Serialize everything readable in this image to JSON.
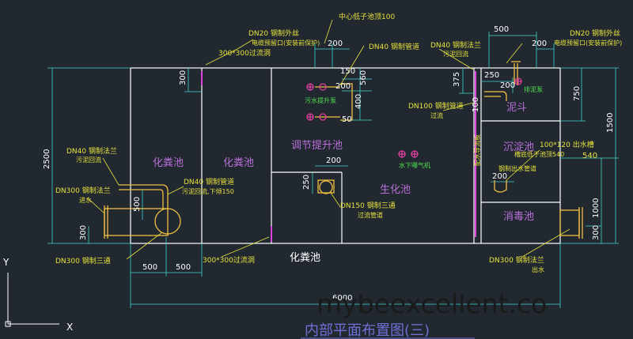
{
  "drawing": {
    "title": "内部平面布置图(三)",
    "watermark": "mybeexcellent.co",
    "colors": {
      "background": "#212830",
      "outline": "#ffffff",
      "dimension": "#3fd4cf",
      "annotation": "#e6e03c",
      "chamber_label": "#b86fd8",
      "magenta_line": "#e040e0",
      "pipe": "#f0c040",
      "pump": "#e040a0",
      "green_text": "#4fe04f"
    },
    "chambers": {
      "septic_1": "化粪池",
      "septic_2": "化粪池",
      "regulating": "调节提升池",
      "biochemical": "生化池",
      "funnel": "泥斗",
      "settling": "沉淀池",
      "disinfection": "消毒池",
      "septic_bottom": "化粪池"
    },
    "annotations": {
      "center_hole": "中心低子池顶100",
      "dn20_left_1": "DN20 钢制外丝",
      "dn20_left_2": "电缆预留口(安装前保护)",
      "hole_300_top": "300*300过流洞",
      "dn40_steel_pipe": "DN40 钢制管道",
      "dn40_flange_1": "DN40 钢制法兰",
      "dn40_flange_2": "污泥回流",
      "dn20_right_1": "DN20 钢制外丝",
      "dn20_right_2": "电缆预留口(安装前保护)",
      "dn100_1": "DN100 钢制管道",
      "dn100_2": "过流",
      "dn40_left_1": "DN40 钢制法兰",
      "dn40_left_2": "污泥回流",
      "dn300_in_1": "DN300 钢制法兰",
      "dn300_in_2": "进水",
      "dn40_mid_1": "DN40 钢制管道",
      "dn40_mid_2": "污泥回流,下倾150",
      "dn150_1": "DN150 钢制三通",
      "dn150_2": "过流管道",
      "outlet_weir_1": "100*120 出水槽",
      "outlet_weir_2": "槽底低于池顶540",
      "dn40_outlet": "钢制出水管道",
      "dn300_tee": "DN300 钢制三通",
      "hole_300_bottom": "300*300过流洞",
      "dn300_out_1": "DN300 钢制法兰",
      "dn300_out_2": "出水",
      "aerator": "水下曝气机",
      "sewage_pump": "污水提升泵",
      "sludge_pump": "排泥泵",
      "baffle": "配水导流板"
    },
    "dimensions": {
      "d200_top": "200",
      "d500_right_top": "500",
      "d200_right_top": "200",
      "d300_left": "300",
      "d150": "150",
      "d560": "560",
      "d200_mid": "200",
      "d400": "400",
      "d50": "50",
      "d375": "375",
      "d250_right": "250",
      "d200_right": "200",
      "d750": "750",
      "d100": "100",
      "d1500": "1500",
      "d2500": "2500",
      "d200_reg": "200",
      "d250_reg": "250",
      "d200_settle": "200",
      "d540": "540",
      "d500_mid": "500",
      "d1000": "1000",
      "d300_bottom_left": "300",
      "d300_bottom_right": "300",
      "d500_b1": "500",
      "d500_b2": "500",
      "d6000": "6000"
    },
    "axes": {
      "y": "Y",
      "x": "X"
    }
  }
}
